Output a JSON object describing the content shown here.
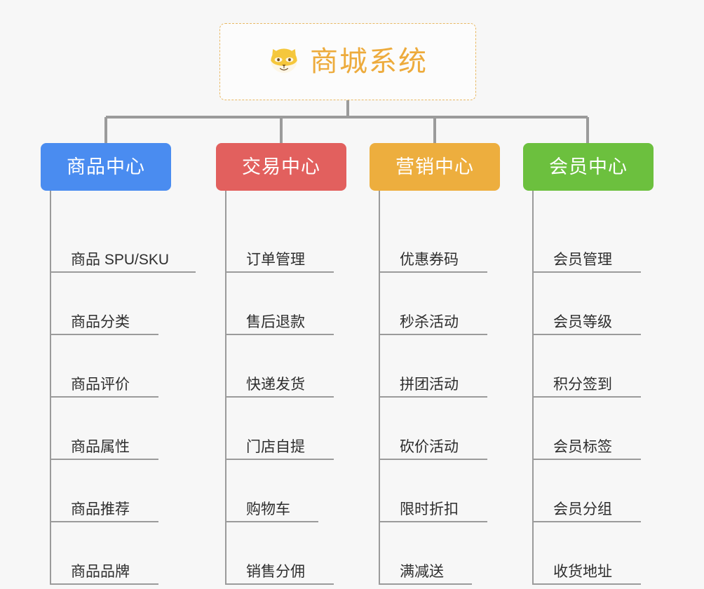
{
  "root": {
    "title": "商城系统",
    "icon": "shiba-dog-icon",
    "border_color": "#e8b863",
    "text_color": "#edab3c"
  },
  "connector_color": "#9b9b9b",
  "background": "#f7f7f7",
  "columns": [
    {
      "title": "商品中心",
      "color": "#4a8cf0",
      "items": [
        {
          "label": "商品 SPU/SKU",
          "underline_width": 206
        },
        {
          "label": "商品分类",
          "underline_width": 153
        },
        {
          "label": "商品评价",
          "underline_width": 153
        },
        {
          "label": "商品属性",
          "underline_width": 153
        },
        {
          "label": "商品推荐",
          "underline_width": 153
        },
        {
          "label": "商品品牌",
          "underline_width": 153
        }
      ]
    },
    {
      "title": "交易中心",
      "color": "#e2605e",
      "items": [
        {
          "label": "订单管理",
          "underline_width": 153
        },
        {
          "label": "售后退款",
          "underline_width": 153
        },
        {
          "label": "快递发货",
          "underline_width": 153
        },
        {
          "label": "门店自提",
          "underline_width": 153
        },
        {
          "label": "购物车",
          "underline_width": 131
        },
        {
          "label": "销售分佣",
          "underline_width": 153
        }
      ]
    },
    {
      "title": "营销中心",
      "color": "#edae3e",
      "items": [
        {
          "label": "优惠券码",
          "underline_width": 153
        },
        {
          "label": "秒杀活动",
          "underline_width": 153
        },
        {
          "label": "拼团活动",
          "underline_width": 153
        },
        {
          "label": "砍价活动",
          "underline_width": 153
        },
        {
          "label": "限时折扣",
          "underline_width": 153
        },
        {
          "label": "满减送",
          "underline_width": 131
        }
      ]
    },
    {
      "title": "会员中心",
      "color": "#6cc03e",
      "items": [
        {
          "label": "会员管理",
          "underline_width": 153
        },
        {
          "label": "会员等级",
          "underline_width": 153
        },
        {
          "label": "积分签到",
          "underline_width": 153
        },
        {
          "label": "会员标签",
          "underline_width": 153
        },
        {
          "label": "会员分组",
          "underline_width": 153
        },
        {
          "label": "收货地址",
          "underline_width": 153
        }
      ]
    }
  ]
}
